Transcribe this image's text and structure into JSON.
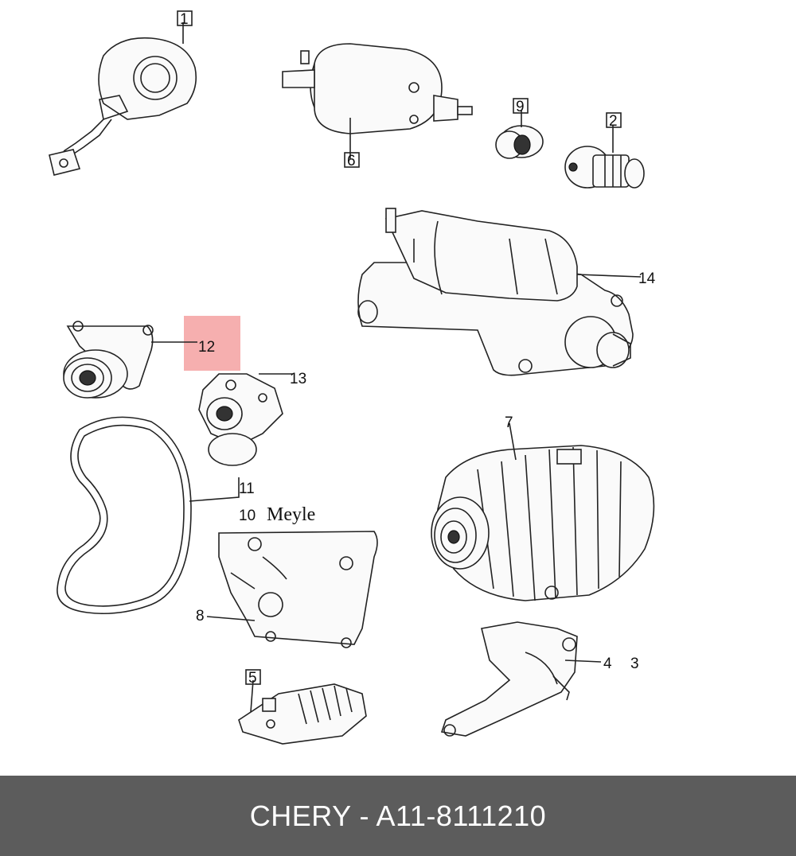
{
  "diagram": {
    "callouts": [
      "1",
      "2",
      "3",
      "4",
      "5",
      "6",
      "7",
      "8",
      "9",
      "10",
      "11",
      "12",
      "13",
      "14"
    ],
    "brand_note": "Meyle",
    "highlighted_callout": "12",
    "highlight_color": "#f4a1a1"
  },
  "footer": {
    "caption": "CHERY - A11-8111210",
    "background": "#5c5c5c"
  }
}
